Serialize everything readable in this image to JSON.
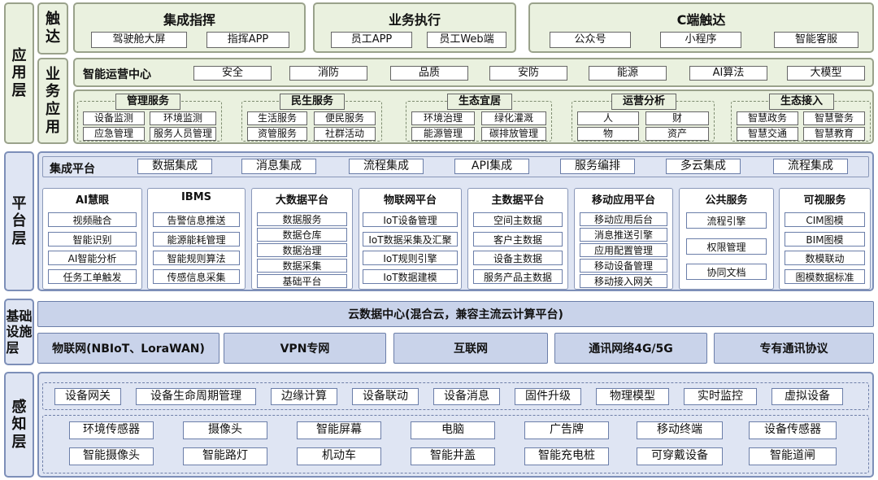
{
  "layers": {
    "app": "应\n用\n层",
    "touch": "触\n达",
    "biz": "业\n务\n应\n用",
    "platform": "平\n台\n层",
    "infra": "基础\n设施\n层",
    "perception": "感\n知\n层"
  },
  "touch_groups": [
    {
      "title": "集成指挥",
      "items": [
        "驾驶舱大屏",
        "指挥APP"
      ]
    },
    {
      "title": "业务执行",
      "items": [
        "员工APP",
        "员工Web端"
      ]
    },
    {
      "title": "C端触达",
      "items": [
        "公众号",
        "小程序",
        "智能客服"
      ]
    }
  ],
  "ops_center": {
    "title": "智能运营中心",
    "items": [
      "安全",
      "消防",
      "品质",
      "安防",
      "能源",
      "AI算法",
      "大模型"
    ]
  },
  "biz_groups": [
    {
      "title": "管理服务",
      "items": [
        "设备监测",
        "环境监测",
        "应急管理",
        "服务人员管理"
      ]
    },
    {
      "title": "民生服务",
      "items": [
        "生活服务",
        "便民服务",
        "资管服务",
        "社群活动"
      ]
    },
    {
      "title": "生态宜居",
      "items": [
        "环境治理",
        "绿化灌溉",
        "能源管理",
        "碳排放管理"
      ]
    },
    {
      "title": "运营分析",
      "items": [
        "人",
        "财",
        "物",
        "资产"
      ]
    },
    {
      "title": "生态接入",
      "items": [
        "智慧政务",
        "智慧警务",
        "智慧交通",
        "智慧教育"
      ]
    }
  ],
  "integration": {
    "title": "集成平台",
    "items": [
      "数据集成",
      "消息集成",
      "流程集成",
      "API集成",
      "服务编排",
      "多云集成",
      "流程集成"
    ]
  },
  "platforms": [
    {
      "title": "AI慧眼",
      "items": [
        "视频融合",
        "智能识别",
        "AI智能分析",
        "任务工单触发"
      ]
    },
    {
      "title": "IBMS",
      "items": [
        "告警信息推送",
        "能源能耗管理",
        "智能规则算法",
        "传感信息采集"
      ]
    },
    {
      "title": "大数据平台",
      "items": [
        "数据服务",
        "数据仓库",
        "数据治理",
        "数据采集",
        "基础平台"
      ]
    },
    {
      "title": "物联网平台",
      "items": [
        "IoT设备管理",
        "IoT数据采集及汇聚",
        "IoT规则引擎",
        "IoT数据建模"
      ]
    },
    {
      "title": "主数据平台",
      "items": [
        "空间主数据",
        "客户主数据",
        "设备主数据",
        "服务产品主数据"
      ]
    },
    {
      "title": "移动应用平台",
      "items": [
        "移动应用后台",
        "消息推送引擎",
        "应用配置管理",
        "移动设备管理",
        "移动接入网关"
      ]
    },
    {
      "title": "公共服务",
      "items": [
        "流程引擎",
        "权限管理",
        "协同文档"
      ]
    },
    {
      "title": "可视服务",
      "items": [
        "CIM图模",
        "BIM图模",
        "数模联动",
        "图模数据标准"
      ]
    }
  ],
  "infra": {
    "cloud": "云数据中心(混合云，兼容主流云计算平台)",
    "items": [
      "物联网(NBIoT、LoraWAN)",
      "VPN专网",
      "互联网",
      "通讯网络4G/5G",
      "专有通讯协议"
    ]
  },
  "perception": {
    "row1": [
      "设备网关",
      "设备生命周期管理",
      "边缘计算",
      "设备联动",
      "设备消息",
      "固件升级",
      "物理模型",
      "实时监控",
      "虚拟设备"
    ],
    "row2": [
      "环境传感器",
      "摄像头",
      "智能屏幕",
      "电脑",
      "广告牌",
      "移动终端",
      "设备传感器"
    ],
    "row3": [
      "智能摄像头",
      "智能路灯",
      "机动车",
      "智能井盖",
      "智能充电桩",
      "可穿戴设备",
      "智能道闸"
    ]
  },
  "colors": {
    "green_bg": "#eaf1df",
    "blue_bg": "#dfe5f3",
    "blue_bar": "#c9d3ea",
    "border": "#7d8fb8"
  }
}
